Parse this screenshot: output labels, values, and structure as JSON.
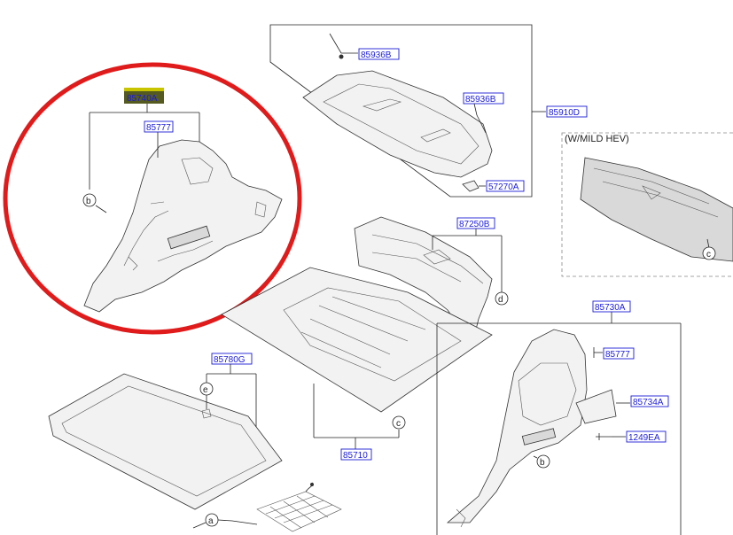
{
  "colors": {
    "highlight": "#c8c400",
    "circle": "#e01b1b",
    "label_text": "#1b1bd6"
  },
  "labels": {
    "p85740A": "85740A",
    "p85777_left": "85777",
    "p85936B_top": "85936B",
    "p85936B_mid": "85936B",
    "p85910D": "85910D",
    "p57270A": "57270A",
    "p87250B": "87250B",
    "p85730A": "85730A",
    "p85777_right": "85777",
    "p85734A": "85734A",
    "p1249EA": "1249EA",
    "p85780G": "85780G",
    "p85710": "85710"
  },
  "notes": {
    "mild_hev": "(W/MILD HEV)"
  },
  "callouts": {
    "b": "b",
    "c": "c",
    "d": "d",
    "e": "e",
    "a": "a"
  }
}
